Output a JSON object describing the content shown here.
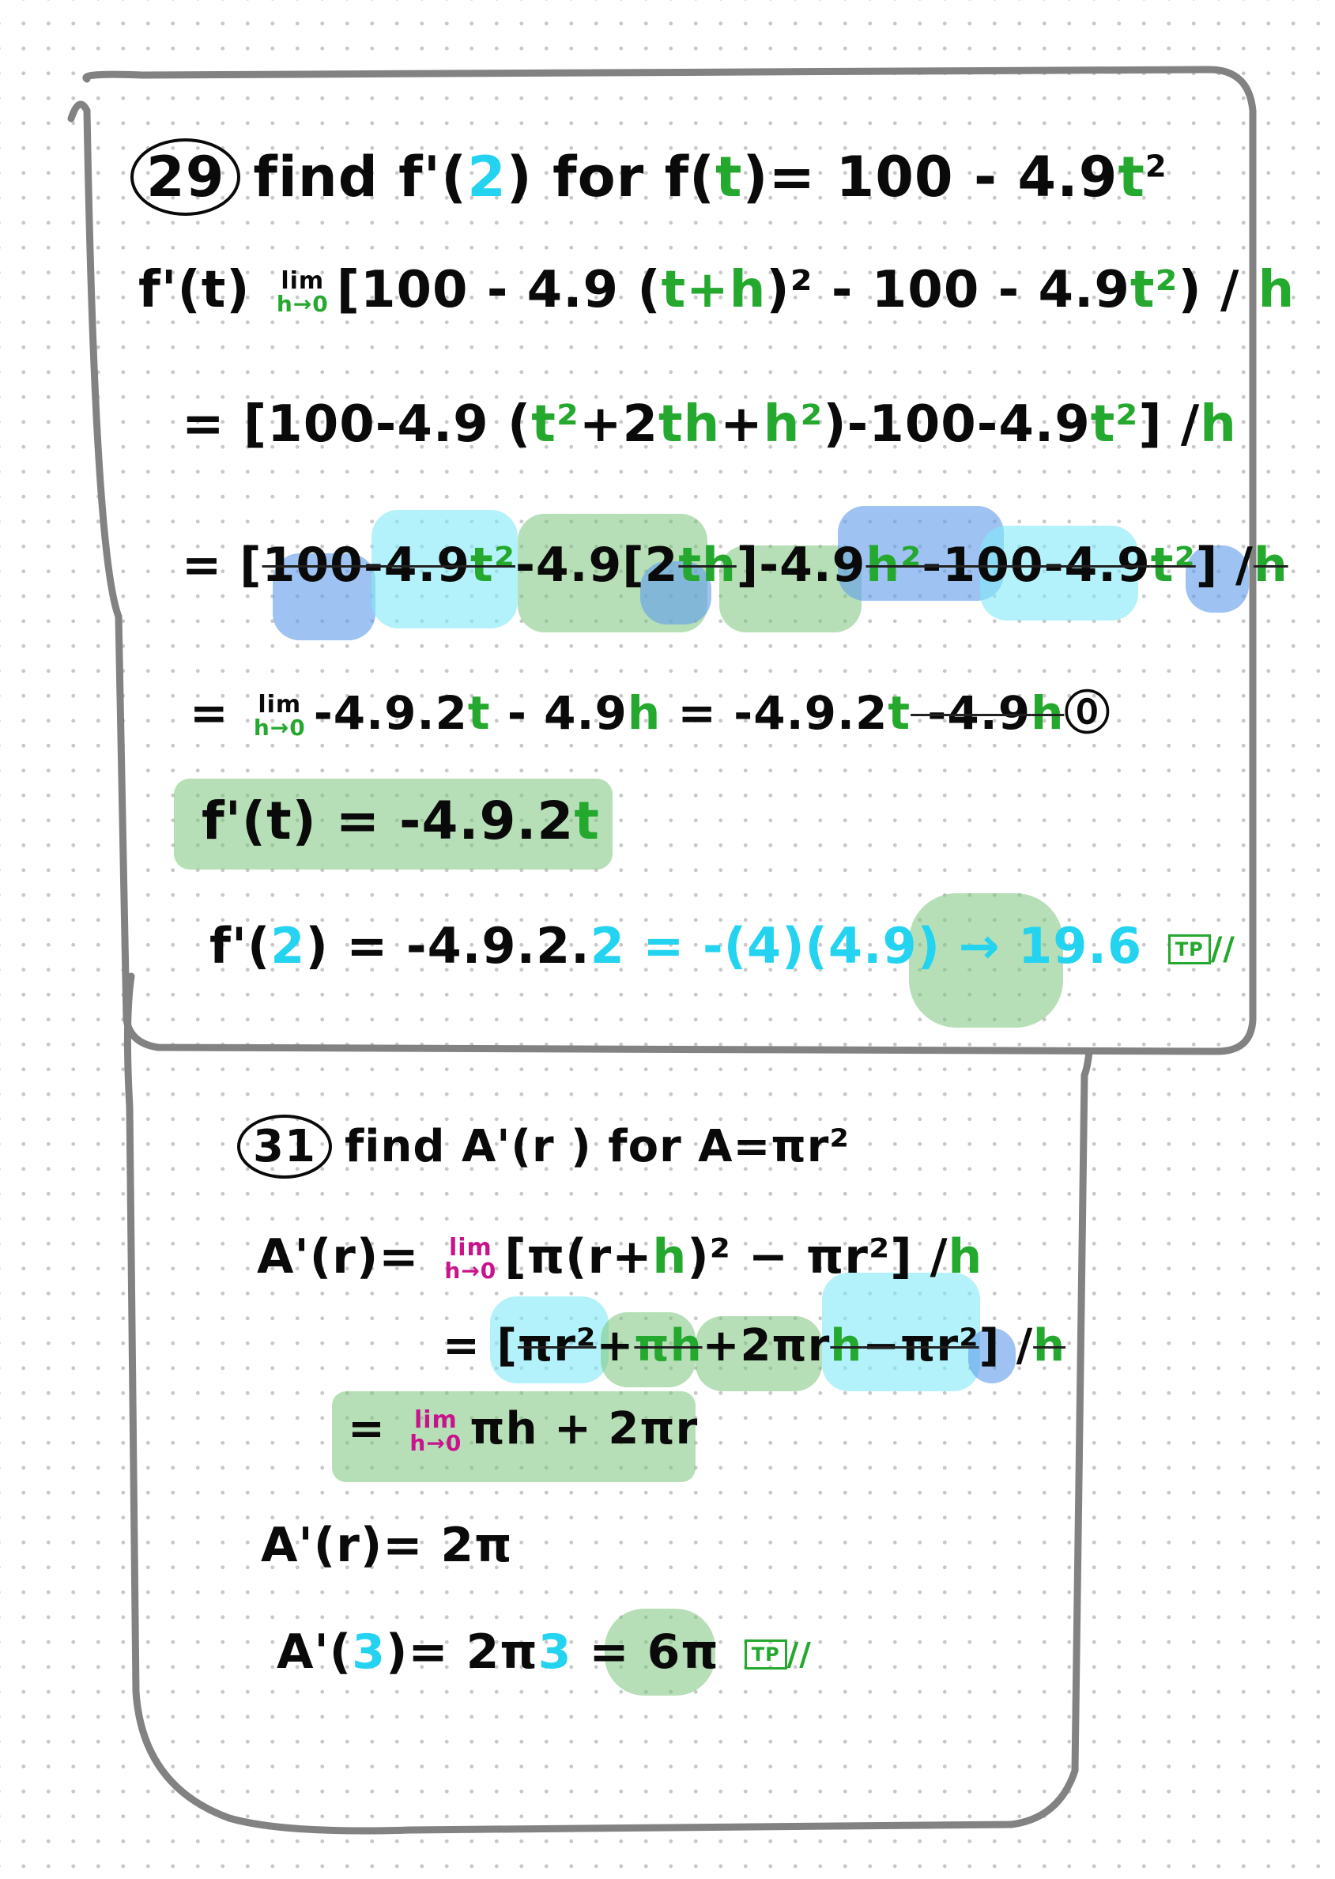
{
  "colors": {
    "ink": "#0a0a0a",
    "green_ink": "#24a82e",
    "cyan_ink": "#23d3f0",
    "magenta_ink": "#c8138c",
    "frame": "#828282",
    "highlight_green": "#7cc47c",
    "highlight_cyan": "#80eaf6",
    "highlight_blue": "#629eec"
  },
  "problem29": {
    "number": "29",
    "title_prefix": "find f'(",
    "title_at": "2",
    "title_mid": ") for f(",
    "title_var": "t",
    "title_func": ")= 100 - 4.9",
    "title_sq": "t",
    "line1_lhs": "f'(t)",
    "lim_top": "lim",
    "lim_bottom": "h→0",
    "line1_a": "[100 - 4.9 (",
    "line1_tplush": "t+h",
    "line1_b": ")² - 100 - 4.9",
    "line1_t2": "t²",
    "line1_c": ") /",
    "line1_h": "h",
    "line2_a": "= [100-4.9 (",
    "line2_t2": "t²",
    "line2_plus": "+2",
    "line2_t": "t",
    "line2_h": "h",
    "line2_plus2": "+",
    "line2_h2": "h²",
    "line2_b": ")-100-4.9",
    "line2_t2b": "t²",
    "line2_c": "] /",
    "line2_h3": "h",
    "line3_eq": "= [",
    "line3_100": "100",
    "line3_a": "-4.9",
    "line3_t2": "t²",
    "line3_b": "-4.9[2",
    "line3_th": "th",
    "line3_c": "]-4.9",
    "line3_h2": "h²",
    "line3_d": "-100-4.9",
    "line3_t2b": "t²",
    "line3_e": "] /",
    "line3_h": "h",
    "line4_eq": "=",
    "line4_a": "-4.9.2",
    "line4_t": "t",
    "line4_b": " - 4.9",
    "line4_h": "h",
    "line4_c": " = -4.9.2",
    "line4_t2": "t",
    "line4_d": " -4.9",
    "line4_h2": "h",
    "line4_zero": "⓪",
    "result_lhs": "f'(t) = -4.9.2",
    "result_t": "t",
    "final_a": "f'(",
    "final_2": "2",
    "final_b": ") = -4.9.2.",
    "final_2b": "2",
    "final_c": " = -(4)(4.9) →",
    "final_value": "19.6",
    "stamp": "TP",
    "slash": "//"
  },
  "problem31": {
    "number": "31",
    "title_a": "find A'(r ) for A=",
    "title_b": "πr²",
    "line1_lhs": "A'(r)=",
    "lim_top": "lim",
    "lim_bottom": "h→0",
    "line1_a": "[π(r+",
    "line1_h": "h",
    "line1_b": ")² − πr²] /",
    "line1_h2": "h",
    "line2_eq": "= [",
    "line2_pir2": "πr²",
    "line2_plus": "+",
    "line2_pih": "πh",
    "line2_plus2": "+2πr",
    "line2_h": "h",
    "line2_minus": "−πr²",
    "line2_c": "] /",
    "line2_h2": "h",
    "line3_eq": "=",
    "line3_a": "πh + 2πr",
    "line4": "A'(r)= 2π",
    "line5_a": "A'(",
    "line5_3": "3",
    "line5_b": ")= 2π",
    "line5_3b": "3",
    "line5_c": " = ",
    "line5_value": "6π",
    "stamp": "TP",
    "slash": "//"
  }
}
